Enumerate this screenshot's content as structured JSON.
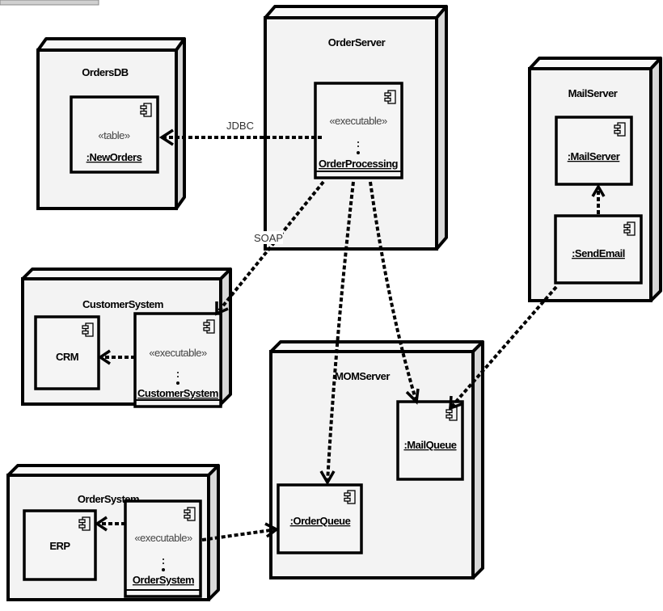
{
  "diagram": {
    "nodes": {
      "ordersdb": {
        "label": "OrdersDB"
      },
      "orderserver": {
        "label": "OrderServer"
      },
      "mailserver": {
        "label": "MailServer"
      },
      "customersystem": {
        "label": "CustomerSystem"
      },
      "momserver": {
        "label": "MOMServer"
      },
      "ordersystem": {
        "label": "OrderSystem"
      }
    },
    "components": {
      "neworders": {
        "stereotype": "«table»",
        "name": ":NewOrders"
      },
      "orderprocessing": {
        "stereotype": "«executable»",
        "name": "OrderProcessing"
      },
      "mailserver": {
        "name": ":MailServer"
      },
      "sendemail": {
        "name": ":SendEmail"
      },
      "crm": {
        "name": "CRM"
      },
      "customersystem": {
        "stereotype": "«executable»",
        "name": "CustomerSystem"
      },
      "mailqueue": {
        "name": ":MailQueue"
      },
      "orderqueue": {
        "name": ":OrderQueue"
      },
      "erp": {
        "name": "ERP"
      },
      "ordersystem": {
        "stereotype": "«executable»",
        "name": "OrderSystem"
      }
    },
    "edges": {
      "jdbc": "JDBC",
      "soap": "SOAP"
    }
  }
}
